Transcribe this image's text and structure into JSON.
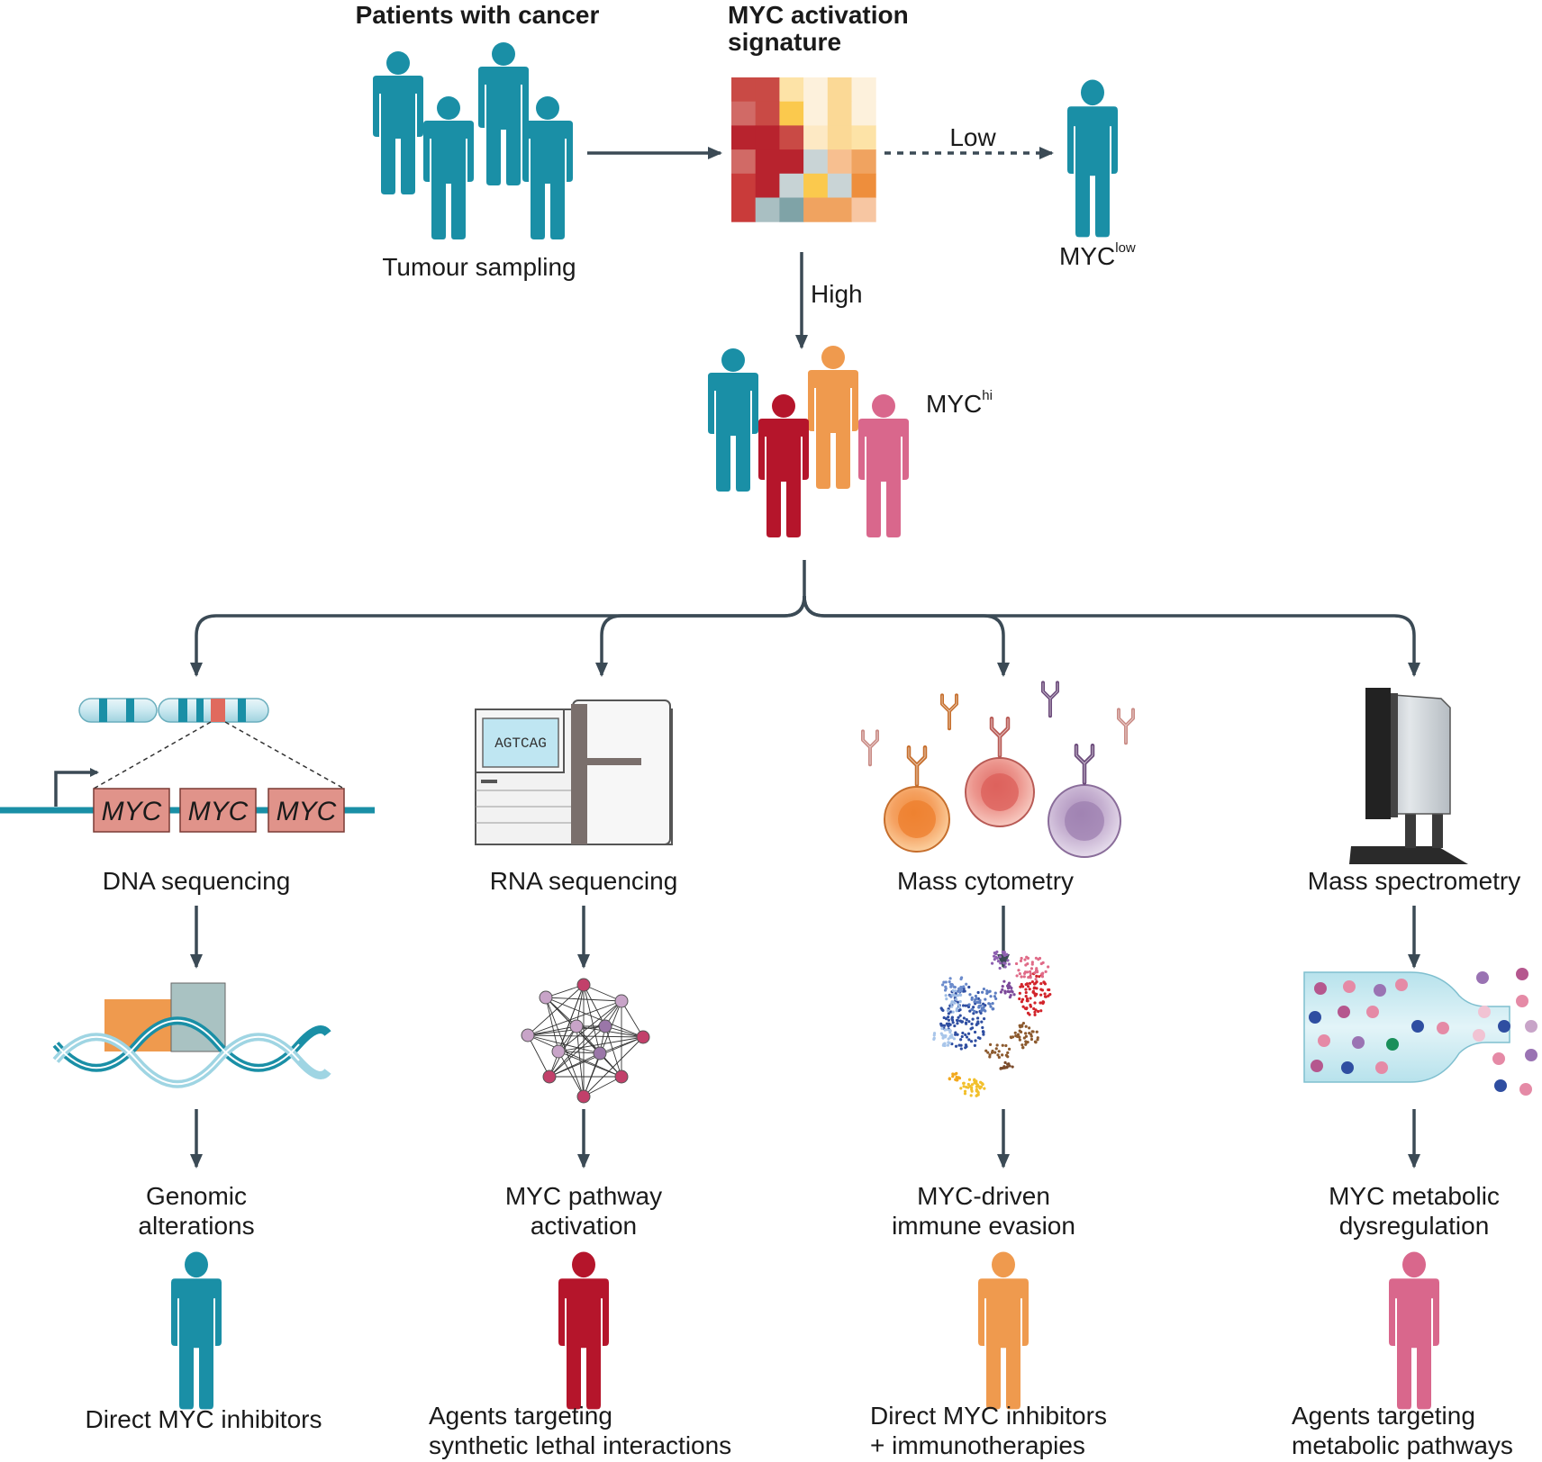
{
  "header": {
    "patients_title": "Patients with cancer",
    "signature_title_line1": "MYC activation",
    "signature_title_line2": "signature"
  },
  "top": {
    "sampling_label": "Tumour sampling",
    "low_arrow_label": "Low",
    "high_arrow_label": "High",
    "myc_low_base": "MYC",
    "myc_low_sup": "low",
    "myc_hi_base": "MYC",
    "myc_hi_sup": "hi"
  },
  "methods": [
    {
      "name": "DNA sequencing",
      "finding_line1": "Genomic",
      "finding_line2": "alterations",
      "therapy_line1": "Direct MYC inhibitors",
      "therapy_line2": "",
      "color": "#1a8fa6"
    },
    {
      "name": "RNA sequencing",
      "finding_line1": "MYC pathway",
      "finding_line2": "activation",
      "therapy_line1": "Agents targeting",
      "therapy_line2": "synthetic lethal interactions",
      "color": "#b5152b"
    },
    {
      "name": "Mass cytometry",
      "finding_line1": "MYC-driven",
      "finding_line2": "immune evasion",
      "therapy_line1": "Direct MYC inhibitors",
      "therapy_line2": "+ immunotherapies",
      "color": "#ef9a4e"
    },
    {
      "name": "Mass spectrometry",
      "finding_line1": "MYC metabolic",
      "finding_line2": "dysregulation",
      "therapy_line1": "Agents targeting",
      "therapy_line2": "metabolic pathways",
      "color": "#d9678c"
    }
  ],
  "dna_panel": {
    "gene_label": "MYC"
  },
  "rna_panel": {
    "screen_text": "AGTCAG"
  },
  "colors": {
    "arrow": "#3b4a55",
    "teal": "#1a8fa6",
    "red": "#b5152b",
    "orange": "#ef9a4e",
    "pink": "#d9678c",
    "myc_box": "#e0938a"
  }
}
